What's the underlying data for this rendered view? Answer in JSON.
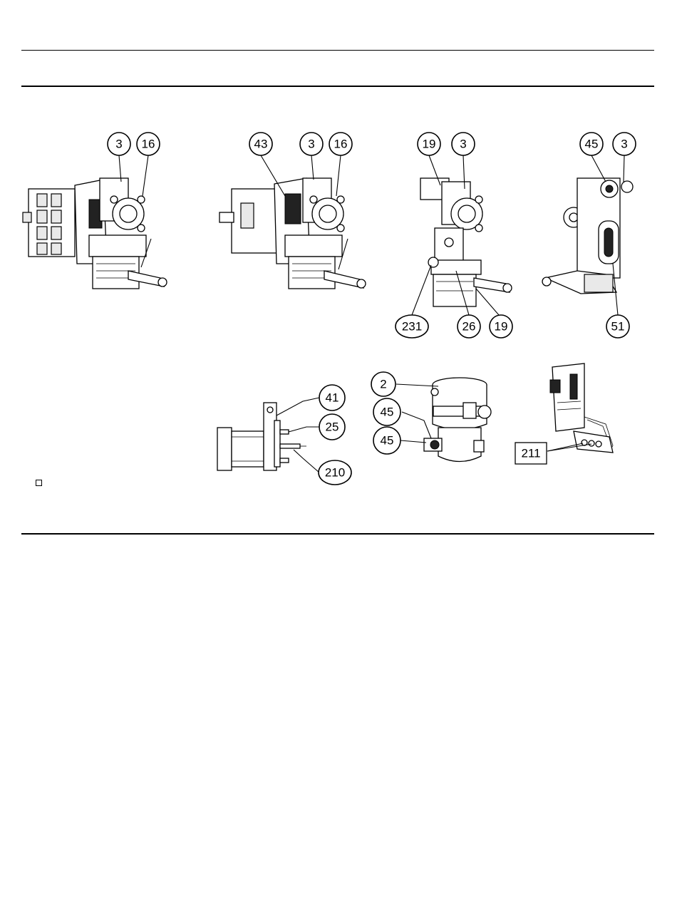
{
  "figures": [
    {
      "id": "view-1",
      "callouts": [
        "3",
        "16"
      ]
    },
    {
      "id": "view-2",
      "callouts": [
        "43",
        "3",
        "16"
      ]
    },
    {
      "id": "view-3",
      "callouts": [
        "19",
        "3",
        "231",
        "26",
        "19"
      ]
    },
    {
      "id": "view-4",
      "callouts": [
        "45",
        "3",
        "51"
      ]
    },
    {
      "id": "view-5",
      "callouts": [
        "41",
        "25",
        "210"
      ]
    },
    {
      "id": "view-6",
      "callouts": [
        "2",
        "45",
        "45"
      ]
    },
    {
      "id": "view-7",
      "callouts": [
        "211"
      ]
    }
  ]
}
